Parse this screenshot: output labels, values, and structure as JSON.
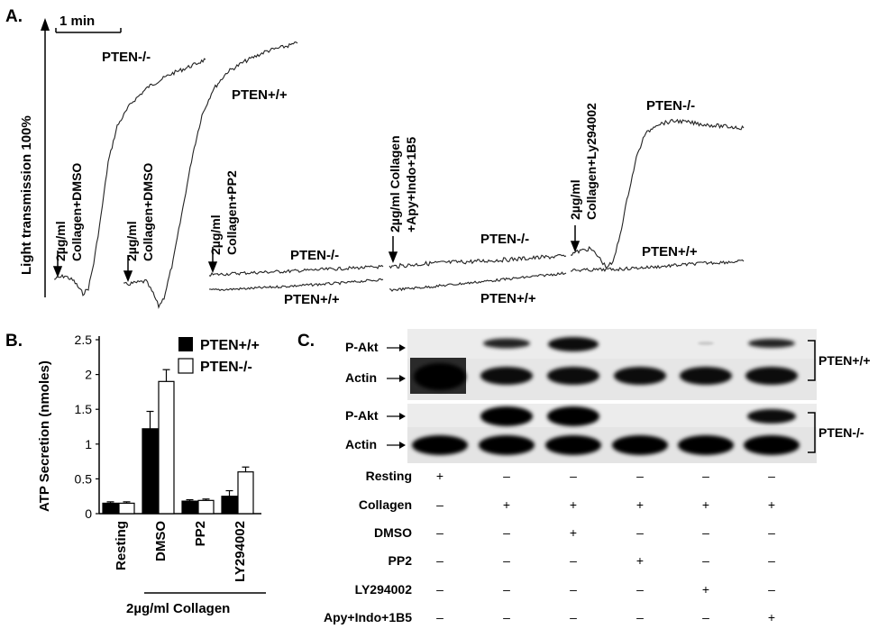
{
  "panelA": {
    "label": "A.",
    "scale_label": "1 min",
    "ylabel": "Light transmission 100%",
    "traces": [
      {
        "stimulus_line1": "2µg/ml",
        "stimulus_line2": "Collagen+DMSO",
        "genotype_label": "PTEN-/-"
      },
      {
        "stimulus_line1": "2µg/ml",
        "stimulus_line2": "Collagen+DMSO",
        "genotype_label": "PTEN+/+"
      },
      {
        "stimulus_line1": "2µg/ml",
        "stimulus_line2": "Collagen+PP2",
        "label_upper": "PTEN-/-",
        "label_lower": "PTEN+/+"
      },
      {
        "stimulus_line1": "2µg/ml Collagen",
        "stimulus_line2": "+Apy+Indo+1B5",
        "label_upper": "PTEN-/-",
        "label_lower": "PTEN+/+"
      },
      {
        "stimulus_line1": "2µg/ml",
        "stimulus_line2": "Collagen+Ly294002",
        "label_upper": "PTEN-/-",
        "label_lower": "PTEN+/+"
      }
    ]
  },
  "panelB": {
    "label": "B.",
    "legend": [
      "PTEN+/+",
      "PTEN-/-"
    ],
    "xgroup_label": "2µg/ml Collagen",
    "chart_data": {
      "type": "bar",
      "categories": [
        "Resting",
        "DMSO",
        "PP2",
        "LY294002"
      ],
      "ylabel": "ATP Secretion (nmoles)",
      "ylim": [
        0,
        2.5
      ],
      "yticks": [
        "0",
        "0.5",
        "1",
        "1.5",
        "2",
        "2.5"
      ],
      "series": [
        {
          "name": "PTEN+/+",
          "color": "#000000",
          "values": [
            0.15,
            1.22,
            0.18,
            0.25
          ],
          "errors": [
            0.02,
            0.25,
            0.02,
            0.08
          ]
        },
        {
          "name": "PTEN-/-",
          "color": "#ffffff",
          "values": [
            0.15,
            1.9,
            0.19,
            0.6
          ],
          "errors": [
            0.02,
            0.17,
            0.02,
            0.07
          ]
        }
      ]
    }
  },
  "panelC": {
    "label": "C.",
    "blot_labels": {
      "pakt": "P-Akt",
      "actin": "Actin"
    },
    "group_labels": [
      "PTEN+/+",
      "PTEN-/-"
    ],
    "conditions": [
      {
        "name": "Resting",
        "marks": [
          "+",
          "–",
          "–",
          "–",
          "–",
          "–"
        ]
      },
      {
        "name": "Collagen",
        "marks": [
          "–",
          "+",
          "+",
          "+",
          "+",
          "+"
        ]
      },
      {
        "name": "DMSO",
        "marks": [
          "–",
          "–",
          "+",
          "–",
          "–",
          "–"
        ]
      },
      {
        "name": "PP2",
        "marks": [
          "–",
          "–",
          "–",
          "+",
          "–",
          "–"
        ]
      },
      {
        "name": "LY294002",
        "marks": [
          "–",
          "–",
          "–",
          "–",
          "+",
          "–"
        ]
      },
      {
        "name": "Apy+Indo+1B5",
        "marks": [
          "–",
          "–",
          "–",
          "–",
          "–",
          "+"
        ]
      }
    ]
  }
}
